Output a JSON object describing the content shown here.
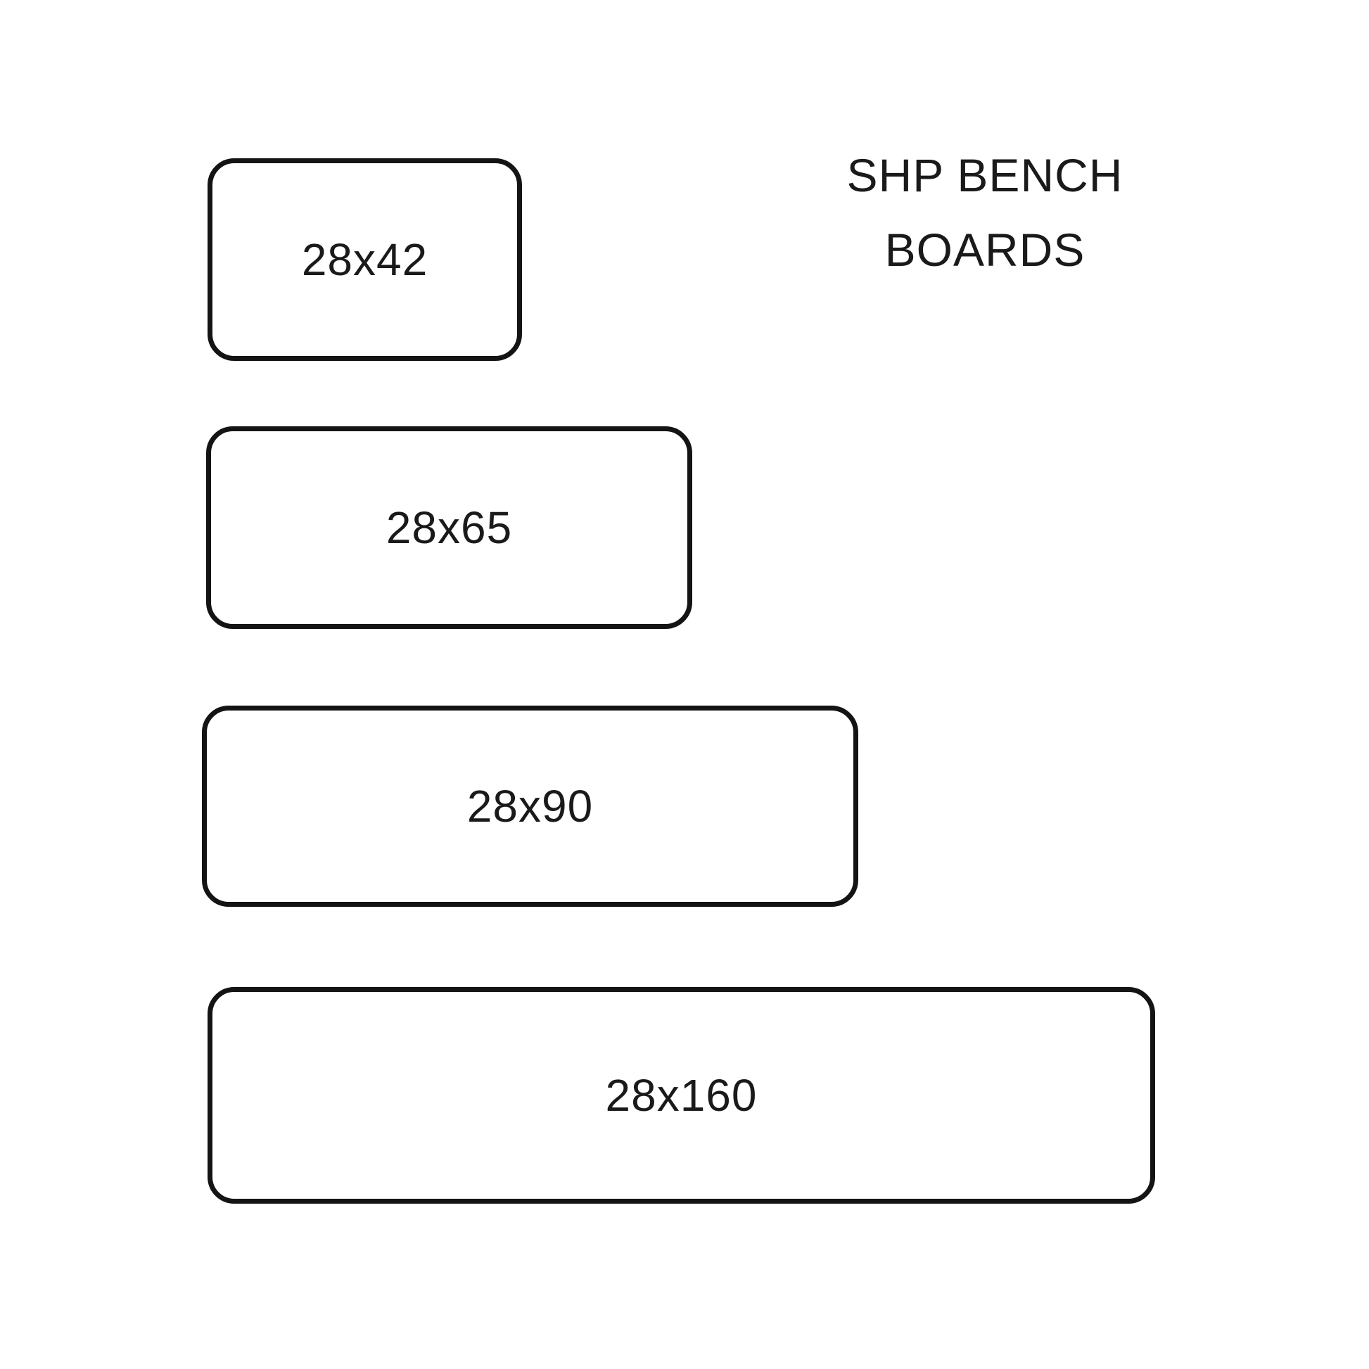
{
  "title": {
    "line1": "SHP BENCH",
    "line2": "BOARDS"
  },
  "boards": [
    {
      "label": "28x42"
    },
    {
      "label": "28x65"
    },
    {
      "label": "28x90"
    },
    {
      "label": "28x160"
    }
  ],
  "colors": {
    "background": "#ffffff",
    "stroke": "#141414",
    "text": "#1a1a1a"
  }
}
